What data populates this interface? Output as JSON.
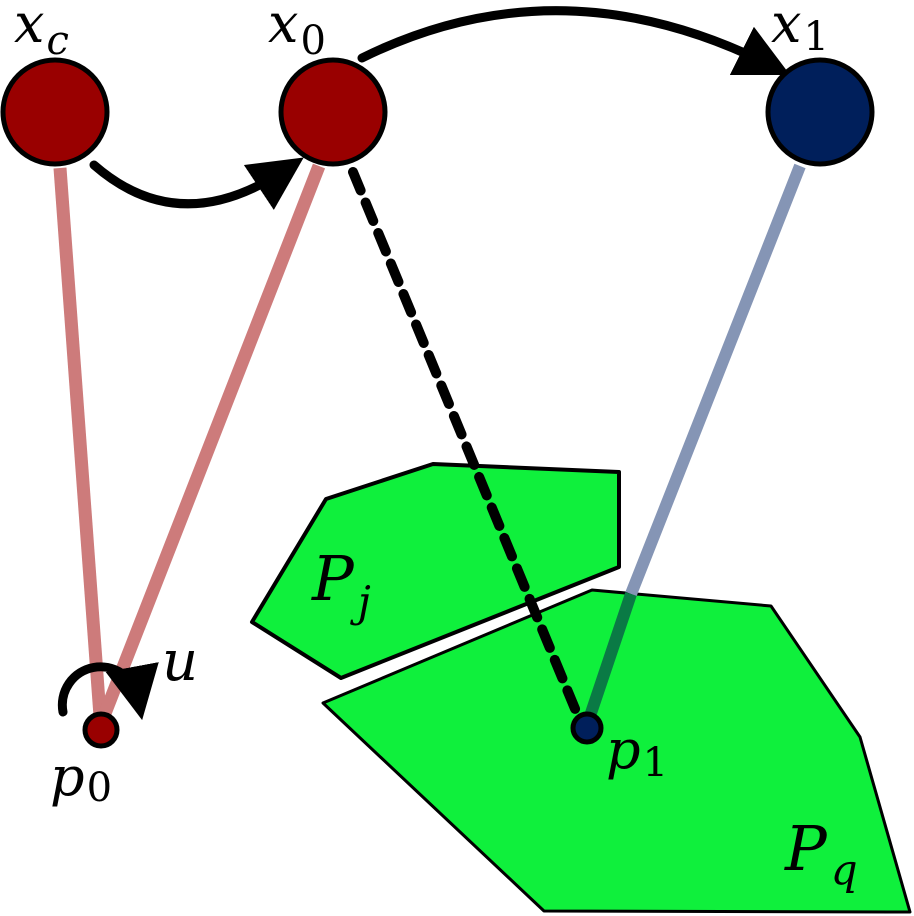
{
  "diagram": {
    "colors": {
      "red_node": "#990000",
      "blue_node": "#001f5b",
      "red_line": "#cd7b7b",
      "blue_line": "#8595b5",
      "polygon_fill": "#0ff03c",
      "overlap_line": "#0a7a45",
      "outline": "#000000"
    },
    "nodes": {
      "xc": {
        "base": "x",
        "sub": "c"
      },
      "x0": {
        "base": "x",
        "sub": "0"
      },
      "x1": {
        "base": "x",
        "sub": "1"
      },
      "p0": {
        "base": "p",
        "sub": "0"
      },
      "p1": {
        "base": "p",
        "sub": "1"
      }
    },
    "rotation_label": "u",
    "polygons": {
      "pj": {
        "base": "P",
        "sub": "j"
      },
      "pq": {
        "base": "P",
        "sub": "q"
      }
    }
  }
}
